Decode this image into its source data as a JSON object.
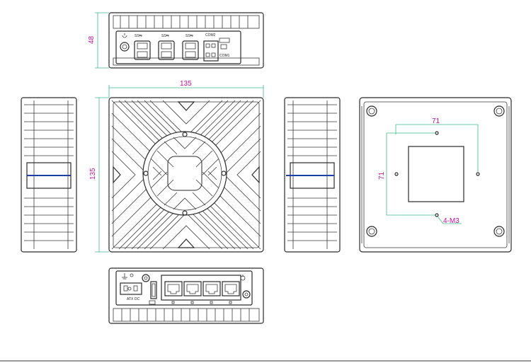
{
  "dimensions": {
    "front_height": "48",
    "top_width": "135",
    "top_height": "135",
    "bottom_hole_spacing_x": "71",
    "bottom_hole_spacing_y": "71",
    "bottom_screw_callout": "4-M3"
  },
  "port_labels": {
    "usb_1": "SS⇆",
    "usb_2": "SS⇆",
    "usb_3": "SS⇆",
    "com2": "COM2",
    "com1": "COM1",
    "power_left": "ATX",
    "power_right": "DC"
  },
  "colors": {
    "line": "#2a2a2a",
    "dimension_line": "#3fb88a",
    "dimension_text": "#c0109c",
    "accent_stripe": "#1f3fa8"
  }
}
